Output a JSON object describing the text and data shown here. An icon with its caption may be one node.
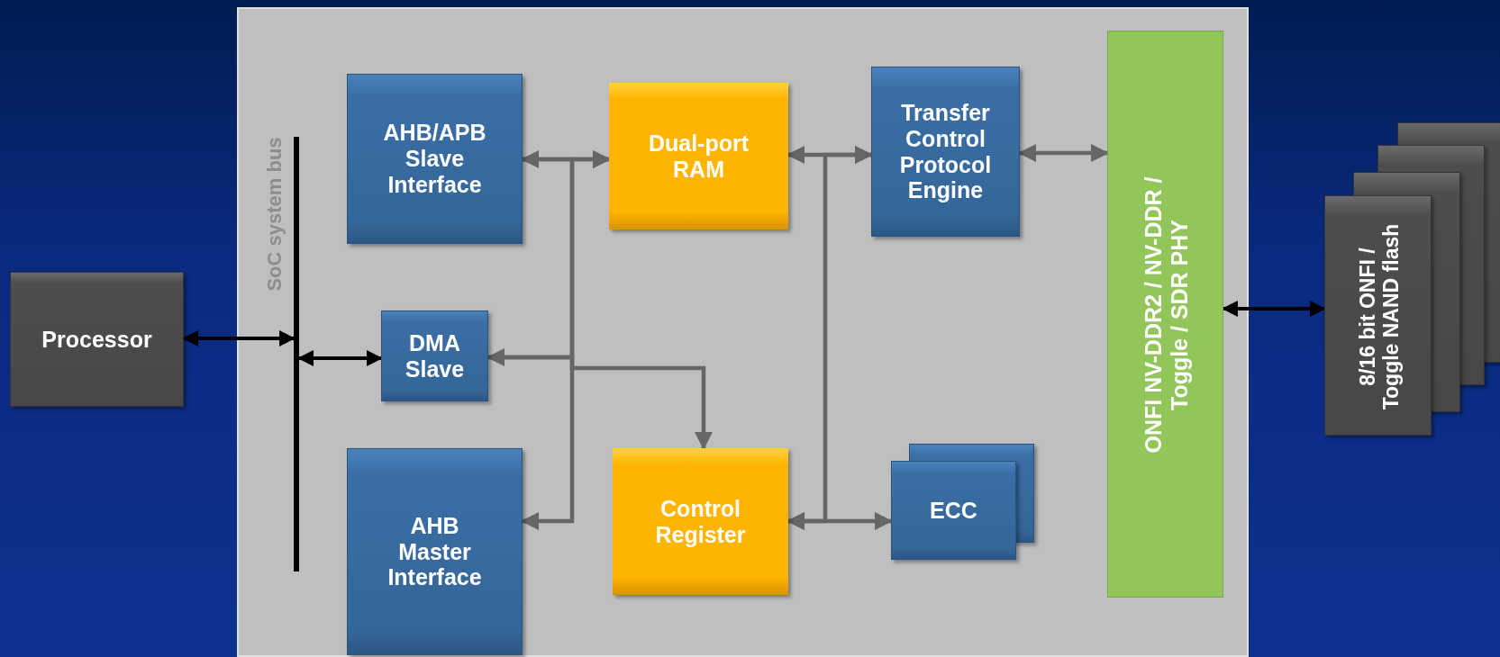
{
  "diagram": {
    "nodes": [
      {
        "text": [],
        "shape": "box"
      },
      {
        "text": [
          "Processor"
        ]
      },
      {
        "text": [],
        "shape": "bar",
        "beside": [
          "SoC system bus"
        ],
        "in": 0
      },
      {
        "text": [
          "AHB/APB Slave Interface"
        ],
        "in": 0
      },
      {
        "text": [
          "Dual-port RAM"
        ],
        "in": 0
      },
      {
        "text": [
          "Transfer Control Protocol Engine"
        ],
        "in": 0
      },
      {
        "text": [
          "ONFI NV-DDR2 / NV-DDR / Toggle / SDR PHY"
        ],
        "in": 0
      },
      {
        "text": [
          "DMA Slave"
        ],
        "in": 0
      },
      {
        "text": [
          "AHB Master Interface"
        ],
        "in": 0
      },
      {
        "text": [
          "Control Register"
        ],
        "in": 0
      },
      {
        "text": [
          "ECC"
        ],
        "in": 0
      },
      {
        "text": [
          "8/16 bit ONFI / Toggle NAND flash"
        ]
      }
    ],
    "edges": [
      {
        "from": 1,
        "to": 2,
        "arrow": "both",
        "color": "#000000"
      },
      {
        "from": 2,
        "to": 7,
        "arrow": "both",
        "color": "#000000"
      },
      {
        "from": 3,
        "to": 4,
        "arrow": "both"
      },
      {
        "from": 7,
        "to": 4,
        "arrow": "both"
      },
      {
        "from": 7,
        "to": 9,
        "arrow": "to"
      },
      {
        "from": 3,
        "to": 8,
        "arrow": "to"
      },
      {
        "from": 4,
        "to": 5,
        "arrow": "both"
      },
      {
        "from": 5,
        "to": 9,
        "arrow": "both"
      },
      {
        "from": 9,
        "to": 10,
        "arrow": "both"
      },
      {
        "from": 5,
        "to": 6,
        "arrow": "both"
      },
      {
        "from": 6,
        "to": 11,
        "arrow": "both",
        "color": "#000000"
      }
    ]
  }
}
